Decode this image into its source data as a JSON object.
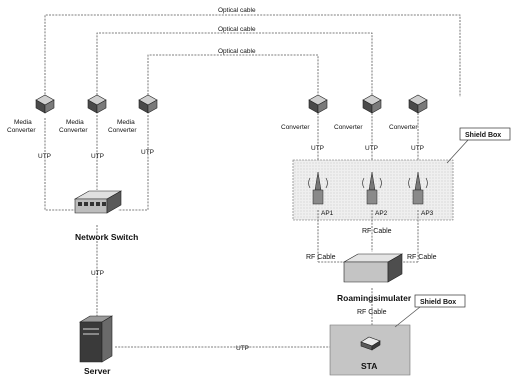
{
  "labels": {
    "optical_cable": "Optical cable",
    "media_converter_line1": "Media",
    "media_converter_line2": "Converter",
    "utp": "UTP",
    "network_switch": "Network Switch",
    "server": "Server",
    "shield_box": "Shield Box",
    "ap1": "AP1",
    "ap2": "AP2",
    "ap3": "AP3",
    "rf_cable": "RF Cable",
    "roaming_simulator": "Roamingsimulater",
    "sta": "STA"
  },
  "colors": {
    "device_dark": "#4a4a4a",
    "device_light": "#d8d8d8",
    "shield_fill": "#e6e6e6",
    "sta_fill": "#c8c8c8",
    "line": "#555555"
  }
}
